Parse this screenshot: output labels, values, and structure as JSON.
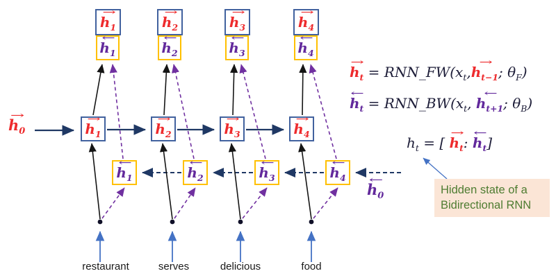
{
  "symbols": {
    "right_arrow": "→",
    "left_arrow": "←"
  },
  "cells": {
    "output_forward": [
      {
        "base": "h",
        "sub": "1"
      },
      {
        "base": "h",
        "sub": "2"
      },
      {
        "base": "h",
        "sub": "3"
      },
      {
        "base": "h",
        "sub": "4"
      }
    ],
    "output_backward": [
      {
        "base": "h",
        "sub": "1"
      },
      {
        "base": "h",
        "sub": "2"
      },
      {
        "base": "h",
        "sub": "3"
      },
      {
        "base": "h",
        "sub": "4"
      }
    ],
    "hidden_forward": [
      {
        "base": "h",
        "sub": "1"
      },
      {
        "base": "h",
        "sub": "2"
      },
      {
        "base": "h",
        "sub": "3"
      },
      {
        "base": "h",
        "sub": "4"
      }
    ],
    "hidden_backward": [
      {
        "base": "h",
        "sub": "1"
      },
      {
        "base": "h",
        "sub": "2"
      },
      {
        "base": "h",
        "sub": "3"
      },
      {
        "base": "h",
        "sub": "4"
      }
    ],
    "initial_forward": {
      "base": "h",
      "sub": "0"
    },
    "initial_backward": {
      "base": "h",
      "sub": "0"
    }
  },
  "words": [
    "restaurant",
    "serves",
    "delicious",
    "food"
  ],
  "equations": {
    "forward": {
      "lhs_base": "h",
      "lhs_sub": "t",
      "equals": " = ",
      "body": "RNN_FW(x",
      "x_sub": "t",
      "comma": ",",
      "arg_base": "h",
      "arg_sub": "t−1",
      "semi_theta": "; θ",
      "theta_sub": "F",
      "close": ")"
    },
    "backward": {
      "lhs_base": "h",
      "lhs_sub": "t",
      "equals": " = ",
      "body": "RNN_BW(x",
      "x_sub": "t",
      "comma": ", ",
      "arg_base": "h",
      "arg_sub": "t+1",
      "semi_theta": "; θ",
      "theta_sub": "B",
      "close": ")"
    },
    "concat": {
      "lhs_base": "h",
      "lhs_sub": "t",
      "equals": " = [ ",
      "fw_base": "h",
      "fw_sub": "t",
      "colon": ": ",
      "bw_base": "h",
      "bw_sub": "t",
      "close": "]"
    }
  },
  "annotation": {
    "line1": "Hidden state of a",
    "line2": "Bidirectional RNN"
  },
  "colors": {
    "forward_red": "#ee2b2d",
    "backward_purple": "#62299c",
    "box_blue": "#41619e",
    "box_gold": "#ffc000",
    "wire_navy": "#1f3864",
    "input_arrow_blue": "#4472c4",
    "note_bg": "#fbe5d6",
    "note_text_green": "#4e7c31"
  }
}
